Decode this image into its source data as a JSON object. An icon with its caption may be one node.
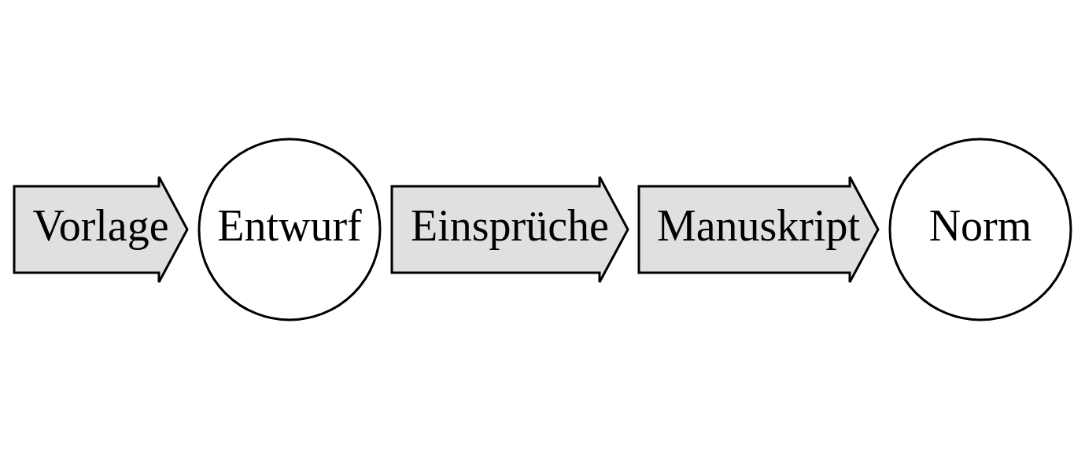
{
  "diagram": {
    "nodes": [
      {
        "text": [
          "Vorlage"
        ]
      },
      {
        "text": [
          "Entwurf"
        ]
      },
      {
        "text": [
          "Einsprüche"
        ]
      },
      {
        "text": [
          "Manuskript"
        ]
      },
      {
        "text": [
          "Norm"
        ]
      }
    ]
  }
}
